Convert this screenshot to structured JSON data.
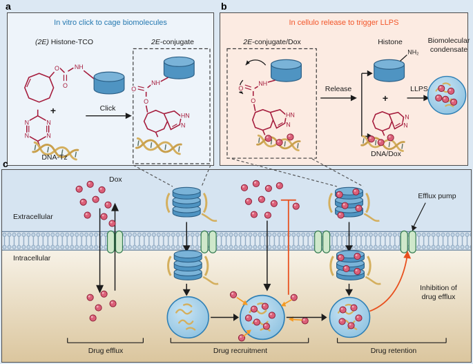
{
  "a": {
    "label": "a",
    "title": "In vitro click to cage biomolecules",
    "histone_tco_italic": "(2E)",
    "histone_tco_rest": " Histone-TCO",
    "conjugate_italic": "2E",
    "conjugate_rest": "-conjugate",
    "click": "Click",
    "plus": "+",
    "dna_tz": "DNA-Tz"
  },
  "b": {
    "label": "b",
    "title": "In cellulo release to trigger LLPS",
    "conjugate_dox_italic": "2E",
    "conjugate_dox_rest": "-conjugate/Dox",
    "release": "Release",
    "histone": "Histone",
    "plus": "+",
    "dna_dox": "DNA/Dox",
    "llps": "LLPS",
    "condensate_line1": "Biomolecular",
    "condensate_line2": "condensate"
  },
  "c": {
    "label": "c",
    "dox": "Dox",
    "extracellular": "Extracellular",
    "intracellular": "Intracellular",
    "efflux_pump": "Efflux pump",
    "inhibition_line1": "Inhibition of",
    "inhibition_line2": "drug efflux",
    "drug_efflux": "Drug efflux",
    "drug_recruitment": "Drug recruitment",
    "drug_retention": "Drug retention"
  },
  "chem": {
    "o": "O",
    "nh": "NH",
    "hn": "HN",
    "n": "N",
    "nh2": "NH₂"
  },
  "colors": {
    "page_bg": "#dce8f3",
    "panel_a_bg": "#eef4fa",
    "panel_b_bg": "#fcebe2",
    "title_a_blue": "#2478b0",
    "title_b_orange": "#f2562a",
    "chem_red": "#a51c3c",
    "histone_blue": "#4f94c2",
    "dna_gold": "#d4af5e",
    "dox_red": "#db6079",
    "pump_green": "#cfe8cb",
    "condensate_blue": "#9fcde8",
    "inhibition_red": "#e8501e",
    "recruitment_orange": "#f59a23",
    "membrane_blue": "#c4d6e6",
    "cytoplasm_tan": "#ddc9a2"
  }
}
